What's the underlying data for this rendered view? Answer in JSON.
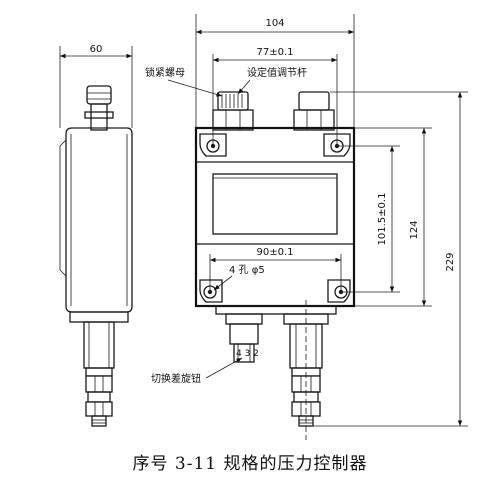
{
  "figure": {
    "caption": "序号 3-11 规格的压力控制器",
    "dimensions": {
      "total_width": "104",
      "side_width": "60",
      "top_hole_spacing": "77±0.1",
      "bottom_hole_spacing": "90±0.1",
      "hole_vertical_spacing": "101.5±0.1",
      "body_height": "124",
      "total_height": "229"
    },
    "labels": {
      "lock_nut": "锁紧螺母",
      "setpoint_rod": "设定值调节杆",
      "holes": "4 孔 φ5",
      "switch_knob": "切换差旋钮",
      "knob_digits": "4 3 2"
    }
  }
}
